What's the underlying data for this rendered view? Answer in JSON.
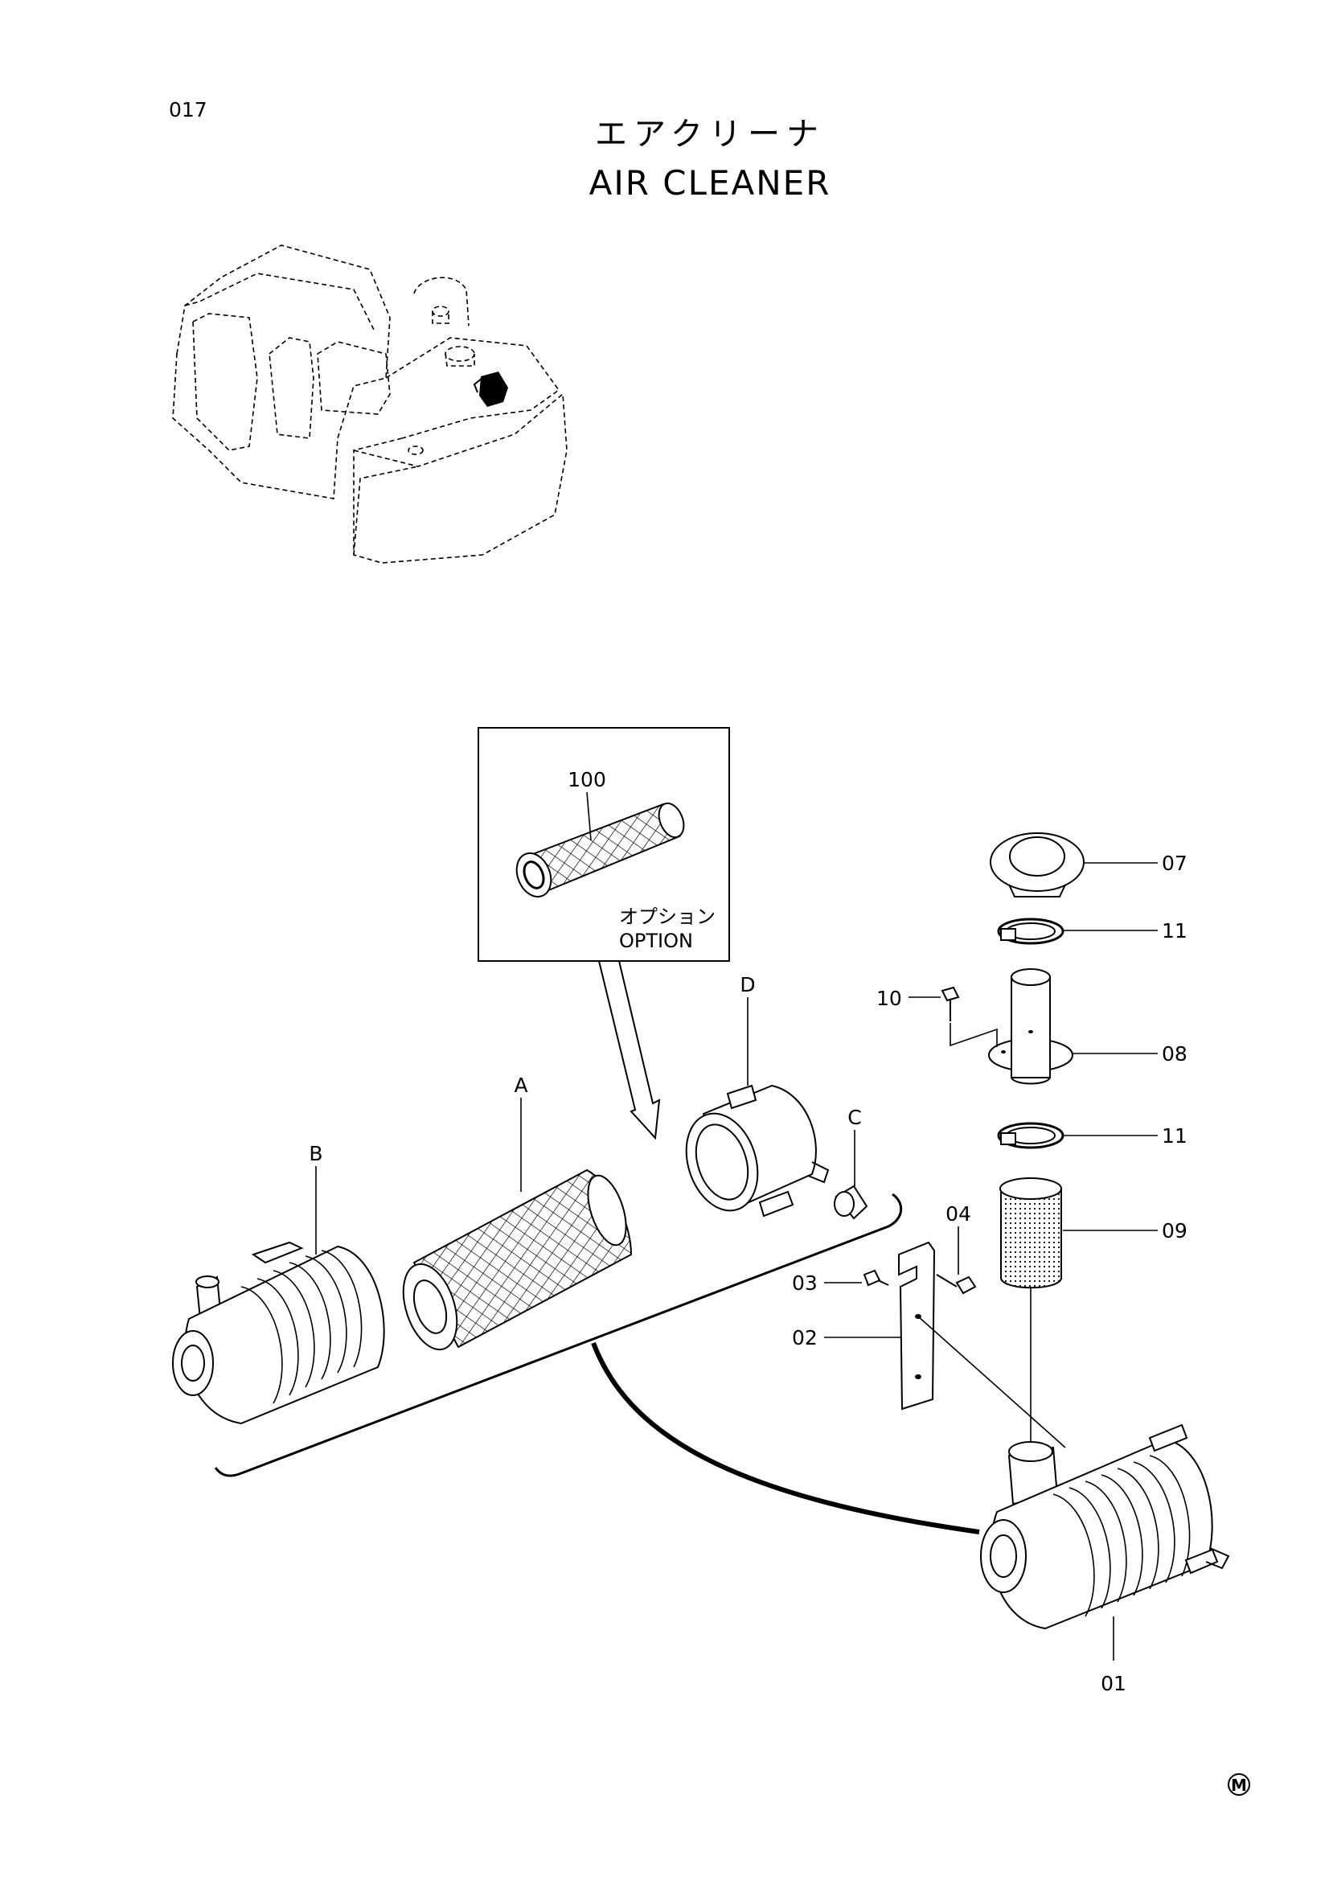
{
  "page": {
    "page_number": "017",
    "title_jp": "エアクリーナ",
    "title_en": "AIR CLEANER",
    "mark": "M"
  },
  "option": {
    "label_jp": "オプション",
    "label_en": "OPTION"
  },
  "callouts": {
    "p100": "100",
    "A": "A",
    "B": "B",
    "C": "C",
    "D": "D",
    "p01": "01",
    "p02": "02",
    "p03": "03",
    "p04": "04",
    "p07": "07",
    "p08": "08",
    "p09": "09",
    "p10": "10",
    "p11a": "11",
    "p11b": "11"
  }
}
